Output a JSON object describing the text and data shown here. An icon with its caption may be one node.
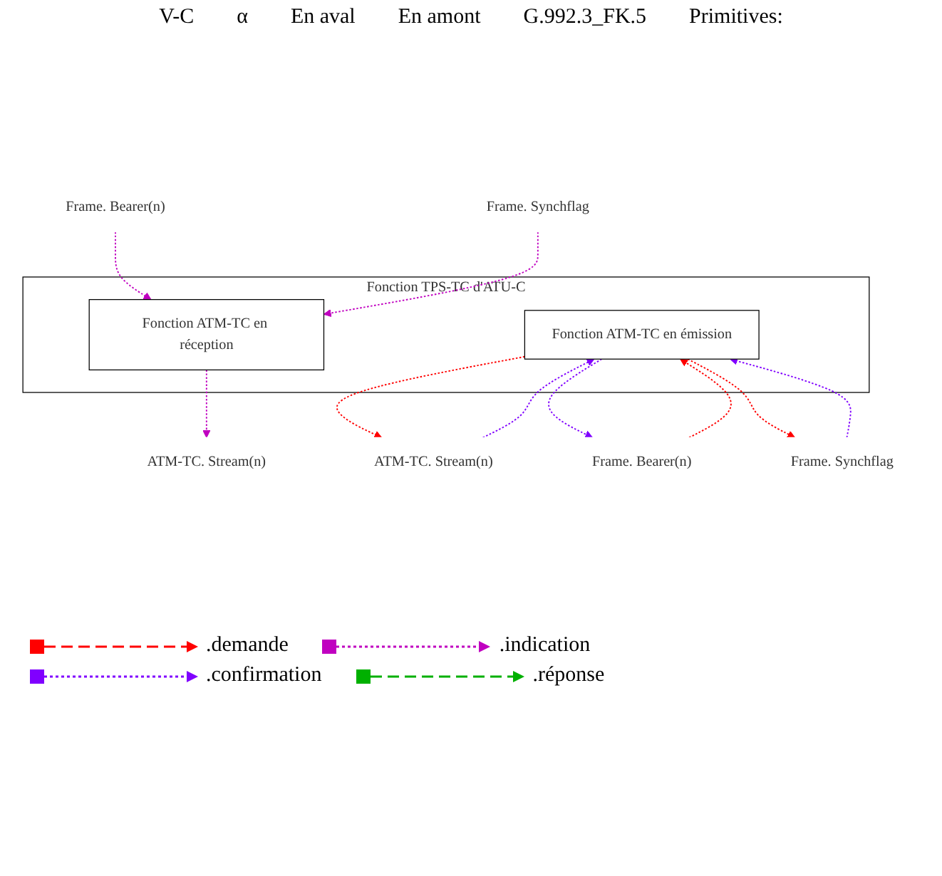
{
  "diagram": {
    "nodes": [
      {
        "text": [
          "Fonction TPS-TC d'ATU-C"
        ]
      },
      {
        "text": [
          "Fonction ATM-TC en émission"
        ],
        "in": 0
      },
      {
        "text": [
          "Fonction ATM-TC en réception"
        ],
        "in": 0
      },
      {
        "text": [
          "ATM-TC. Stream(n)"
        ]
      },
      {
        "text": [
          "ATM-TC. Stream(n)"
        ]
      },
      {
        "text": [
          "Frame. Bearer(n)"
        ]
      },
      {
        "text": [
          "Frame. Synchflag"
        ]
      },
      {
        "text": [
          "Frame. Bearer(n)"
        ]
      },
      {
        "text": [
          "Frame. Synchflag"
        ]
      }
    ],
    "edges": [
      {
        "from": 1,
        "to": 3,
        "arrow": "to",
        "style": "dashed",
        "color": "#ff0000"
      },
      {
        "from": 3,
        "to": 1,
        "arrow": "to",
        "style": "dashed",
        "color": "#8000ff"
      },
      {
        "from": 2,
        "to": 4,
        "arrow": "to",
        "style": "dashed",
        "color": "#c000c0"
      },
      {
        "from": 5,
        "to": 1,
        "arrow": "to",
        "style": "dashed",
        "color": "#ff0000"
      },
      {
        "from": 1,
        "to": 5,
        "arrow": "to",
        "style": "dashed",
        "color": "#8000ff"
      },
      {
        "from": 1,
        "to": 6,
        "arrow": "to",
        "style": "dashed",
        "color": "#ff0000"
      },
      {
        "from": 6,
        "to": 1,
        "arrow": "to",
        "style": "dashed",
        "color": "#8000ff"
      },
      {
        "from": 7,
        "to": 2,
        "arrow": "to",
        "style": "dashed",
        "color": "#c000c0"
      },
      {
        "from": 8,
        "to": 2,
        "arrow": "to",
        "style": "dashed",
        "color": "#c000c0"
      }
    ],
    "labels": [
      "V-C",
      "α",
      "En aval",
      "En amont",
      "G.992.3_FK.5",
      "Primitives:"
    ],
    "legend": [
      {
        "text": ".demande"
      },
      {
        "text": ".indication"
      },
      {
        "text": ".confirmation"
      },
      {
        "text": ".réponse"
      }
    ]
  }
}
